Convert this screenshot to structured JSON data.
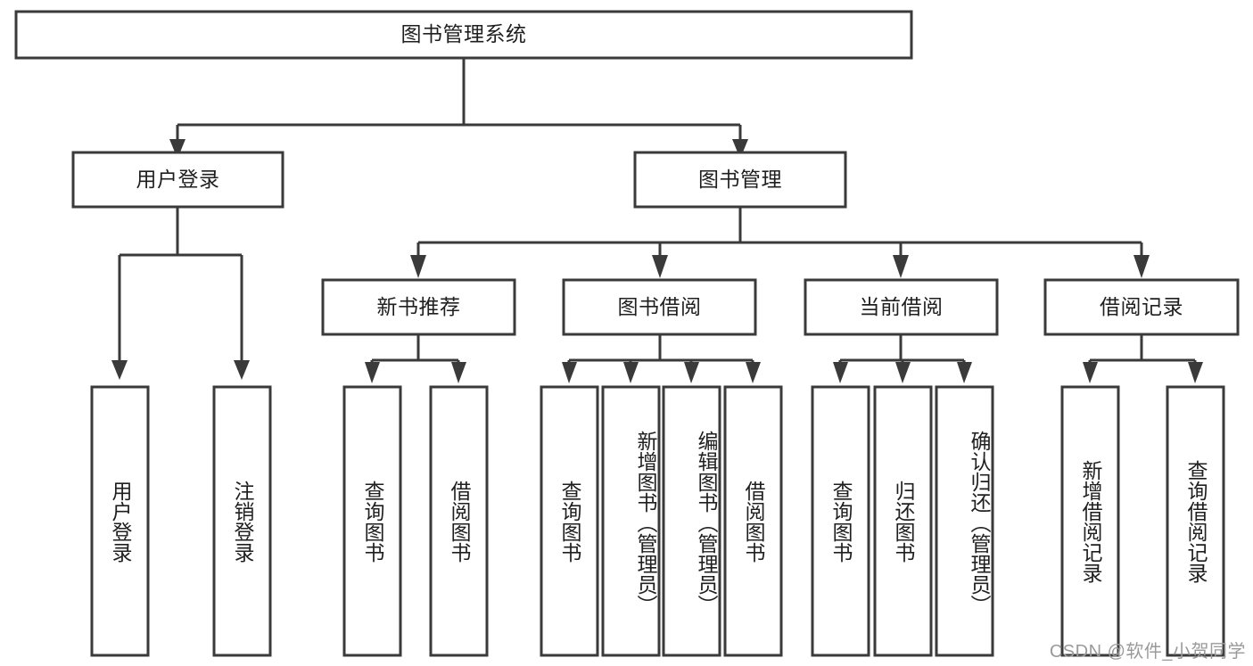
{
  "diagram": {
    "type": "tree",
    "title": "图书管理系统",
    "watermark": "CSDN @软件_小贺同学",
    "colors": {
      "stroke": "#3a3a3a",
      "box_fill": "#ffffff",
      "text": "#1f1f1f",
      "background": "#ffffff",
      "watermark": "#9a9a9a"
    },
    "nodes": {
      "root": {
        "label": "图书管理系统",
        "level": 0,
        "orientation": "horizontal"
      },
      "l1_0": {
        "label": "用户登录",
        "level": 1,
        "orientation": "horizontal"
      },
      "l1_1": {
        "label": "图书管理",
        "level": 1,
        "orientation": "horizontal"
      },
      "l2_0": {
        "label": "新书推荐",
        "level": 2,
        "orientation": "horizontal"
      },
      "l2_1": {
        "label": "图书借阅",
        "level": 2,
        "orientation": "horizontal"
      },
      "l2_2": {
        "label": "当前借阅",
        "level": 2,
        "orientation": "horizontal"
      },
      "l2_3": {
        "label": "借阅记录",
        "level": 2,
        "orientation": "horizontal"
      },
      "leaf_0": {
        "label": "用户登录",
        "level": 2,
        "orientation": "vertical",
        "parent": "用户登录"
      },
      "leaf_1": {
        "label": "注销登录",
        "level": 2,
        "orientation": "vertical",
        "parent": "用户登录"
      },
      "leaf_2": {
        "label": "查询图书",
        "level": 3,
        "orientation": "vertical",
        "parent": "新书推荐"
      },
      "leaf_3": {
        "label": "借阅图书",
        "level": 3,
        "orientation": "vertical",
        "parent": "新书推荐"
      },
      "leaf_4": {
        "label": "查询图书",
        "level": 3,
        "orientation": "vertical",
        "parent": "图书借阅"
      },
      "leaf_5": {
        "label": "新增图书（管理员）",
        "level": 3,
        "orientation": "vertical",
        "parent": "图书借阅"
      },
      "leaf_6": {
        "label": "编辑图书（管理员）",
        "level": 3,
        "orientation": "vertical",
        "parent": "图书借阅"
      },
      "leaf_7": {
        "label": "借阅图书",
        "level": 3,
        "orientation": "vertical",
        "parent": "图书借阅"
      },
      "leaf_8": {
        "label": "查询图书",
        "level": 3,
        "orientation": "vertical",
        "parent": "当前借阅"
      },
      "leaf_9": {
        "label": "归还图书",
        "level": 3,
        "orientation": "vertical",
        "parent": "当前借阅"
      },
      "leaf_10": {
        "label": "确认归还（管理员）",
        "level": 3,
        "orientation": "vertical",
        "parent": "当前借阅"
      },
      "leaf_11": {
        "label": "新增借阅记录",
        "level": 3,
        "orientation": "vertical",
        "parent": "借阅记录"
      },
      "leaf_12": {
        "label": "查询借阅记录",
        "level": 3,
        "orientation": "vertical",
        "parent": "借阅记录"
      }
    },
    "edges": [
      {
        "from": "图书管理系统",
        "to": "用户登录"
      },
      {
        "from": "图书管理系统",
        "to": "图书管理"
      },
      {
        "from": "用户登录",
        "to": "用户登录(叶)"
      },
      {
        "from": "用户登录",
        "to": "注销登录"
      },
      {
        "from": "图书管理",
        "to": "新书推荐"
      },
      {
        "from": "图书管理",
        "to": "图书借阅"
      },
      {
        "from": "图书管理",
        "to": "当前借阅"
      },
      {
        "from": "图书管理",
        "to": "借阅记录"
      },
      {
        "from": "新书推荐",
        "to": "查询图书"
      },
      {
        "from": "新书推荐",
        "to": "借阅图书"
      },
      {
        "from": "图书借阅",
        "to": "查询图书"
      },
      {
        "from": "图书借阅",
        "to": "新增图书（管理员）"
      },
      {
        "from": "图书借阅",
        "to": "编辑图书（管理员）"
      },
      {
        "from": "图书借阅",
        "to": "借阅图书"
      },
      {
        "from": "当前借阅",
        "to": "查询图书"
      },
      {
        "from": "当前借阅",
        "to": "归还图书"
      },
      {
        "from": "当前借阅",
        "to": "确认归还（管理员）"
      },
      {
        "from": "借阅记录",
        "to": "新增借阅记录"
      },
      {
        "from": "借阅记录",
        "to": "查询借阅记录"
      }
    ]
  }
}
